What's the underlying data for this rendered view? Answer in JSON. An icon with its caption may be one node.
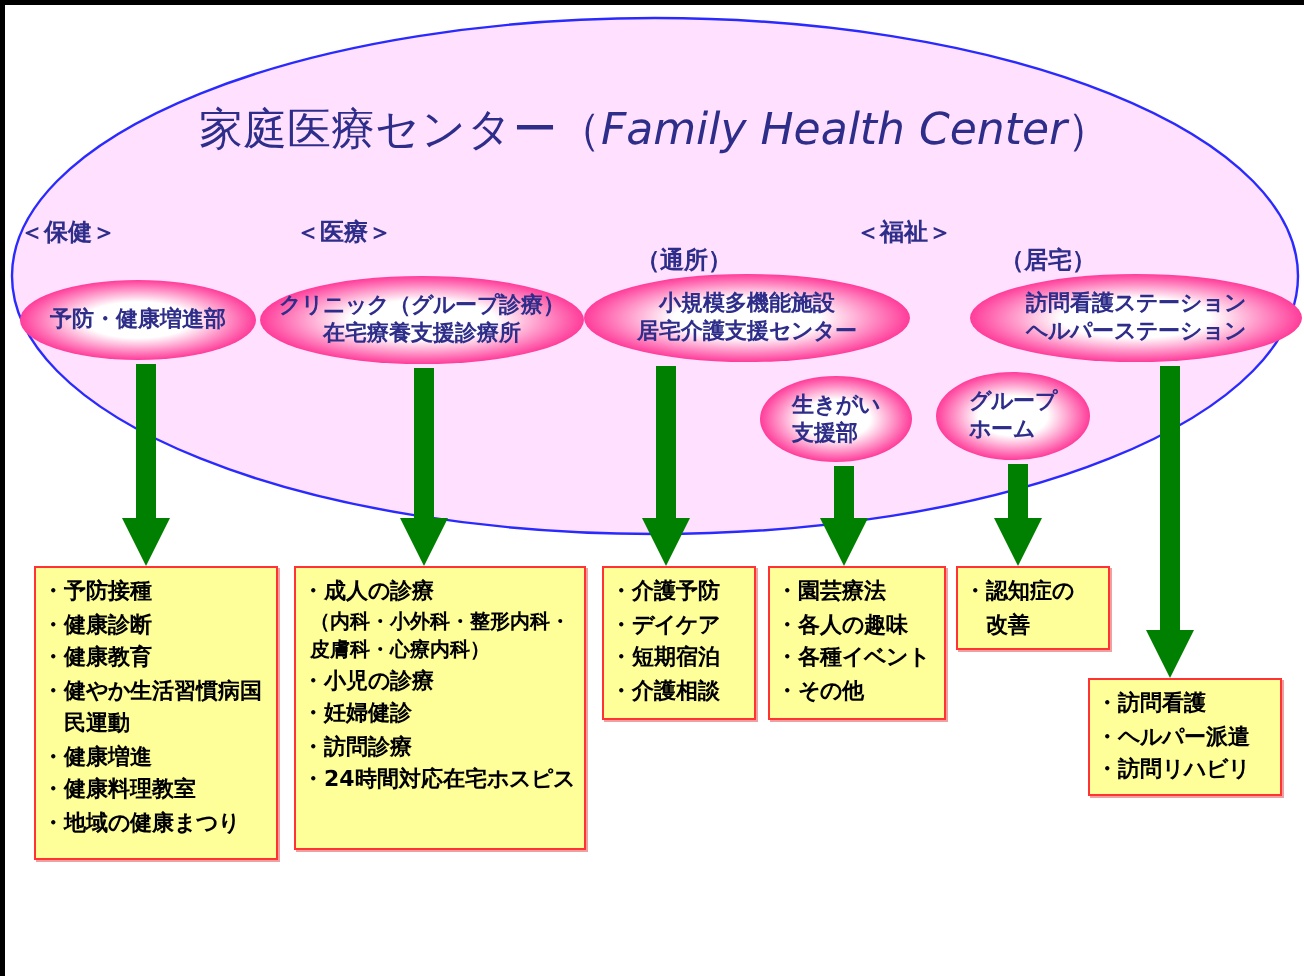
{
  "diagram": {
    "nodes": [
      {
        "text": [
          "家庭医療センター（*Family Health Center*）"
        ]
      },
      {
        "text": [
          "予防・健康増進部"
        ],
        "in": 0
      },
      {
        "text": [
          "クリニック（グループ診療）",
          "在宅療養支援診療所"
        ],
        "in": 0
      },
      {
        "text": [
          "小規模多機能施設",
          "居宅介護支援センター"
        ],
        "in": 0
      },
      {
        "text": [
          "生きがい支援部"
        ],
        "in": 0
      },
      {
        "text": [
          "グループホーム"
        ],
        "in": 0
      },
      {
        "text": [
          "訪問看護ステーション",
          "ヘルパーステーション"
        ],
        "in": 0
      },
      {
        "text": [
          "・予防接種",
          "・健康診断",
          "・健康教育",
          "・健やか生活習慣病国民運動",
          "・健康増進",
          "・健康料理教室",
          "・地域の健康まつり"
        ]
      },
      {
        "text": [
          "・成人の診療",
          "（内科・小外科・整形内科・皮膚科・心療内科）",
          "・小児の診療",
          "・妊婦健診",
          "・訪問診療",
          "・24時間対応在宅ホスピス"
        ]
      },
      {
        "text": [
          "・介護予防",
          "・デイケア",
          "・短期宿泊",
          "・介護相談"
        ]
      },
      {
        "text": [
          "・園芸療法",
          "・各人の趣味",
          "・各種イベント",
          "・その他"
        ]
      },
      {
        "text": [
          "・認知症の改善"
        ]
      },
      {
        "text": [
          "・訪問看護",
          "・ヘルパー派遣",
          "・訪問リハビリ"
        ]
      }
    ],
    "edges": [
      {
        "from": 1,
        "to": 7,
        "arrow": "to"
      },
      {
        "from": 2,
        "to": 8,
        "arrow": "to"
      },
      {
        "from": 3,
        "to": 9,
        "arrow": "to"
      },
      {
        "from": 4,
        "to": 10,
        "arrow": "to"
      },
      {
        "from": 5,
        "to": 11,
        "arrow": "to"
      },
      {
        "from": 6,
        "to": 12,
        "arrow": "to"
      }
    ],
    "labels": [
      "＜保健＞",
      "＜医療＞",
      "＜福祉＞",
      "（通所）",
      "（居宅）"
    ]
  }
}
